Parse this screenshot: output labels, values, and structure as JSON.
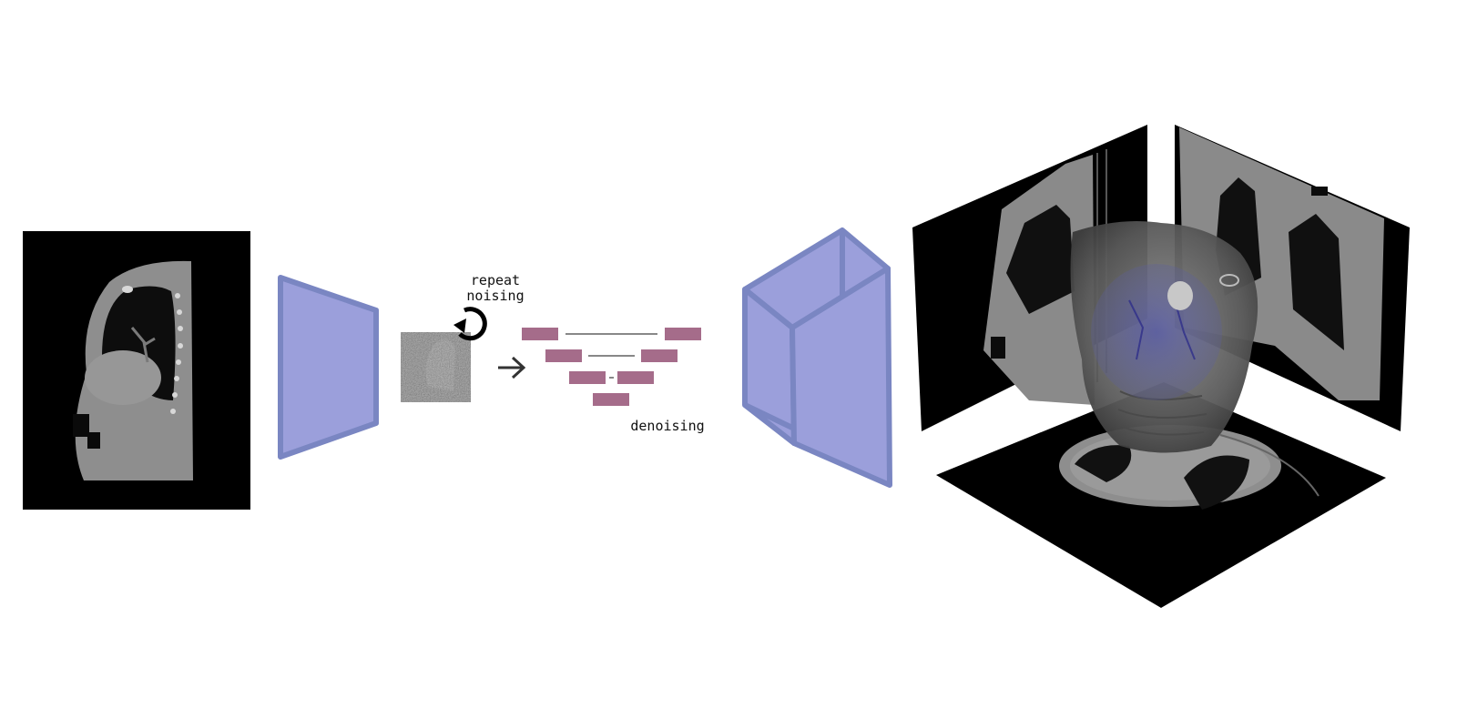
{
  "labels": {
    "repeat_line1": "repeat",
    "repeat_line2": "noising",
    "denoising": "denoising"
  },
  "colors": {
    "encoder_fill": "#9b9fdb",
    "encoder_stroke": "#7a86c2",
    "unet_block": "#a56c8a",
    "ct_background": "#000000",
    "tissue_gray": "#8c8c8c",
    "arrow": "#333333"
  },
  "icons": {
    "loop": "circular-arrow-icon",
    "arrow": "right-arrow-icon"
  }
}
